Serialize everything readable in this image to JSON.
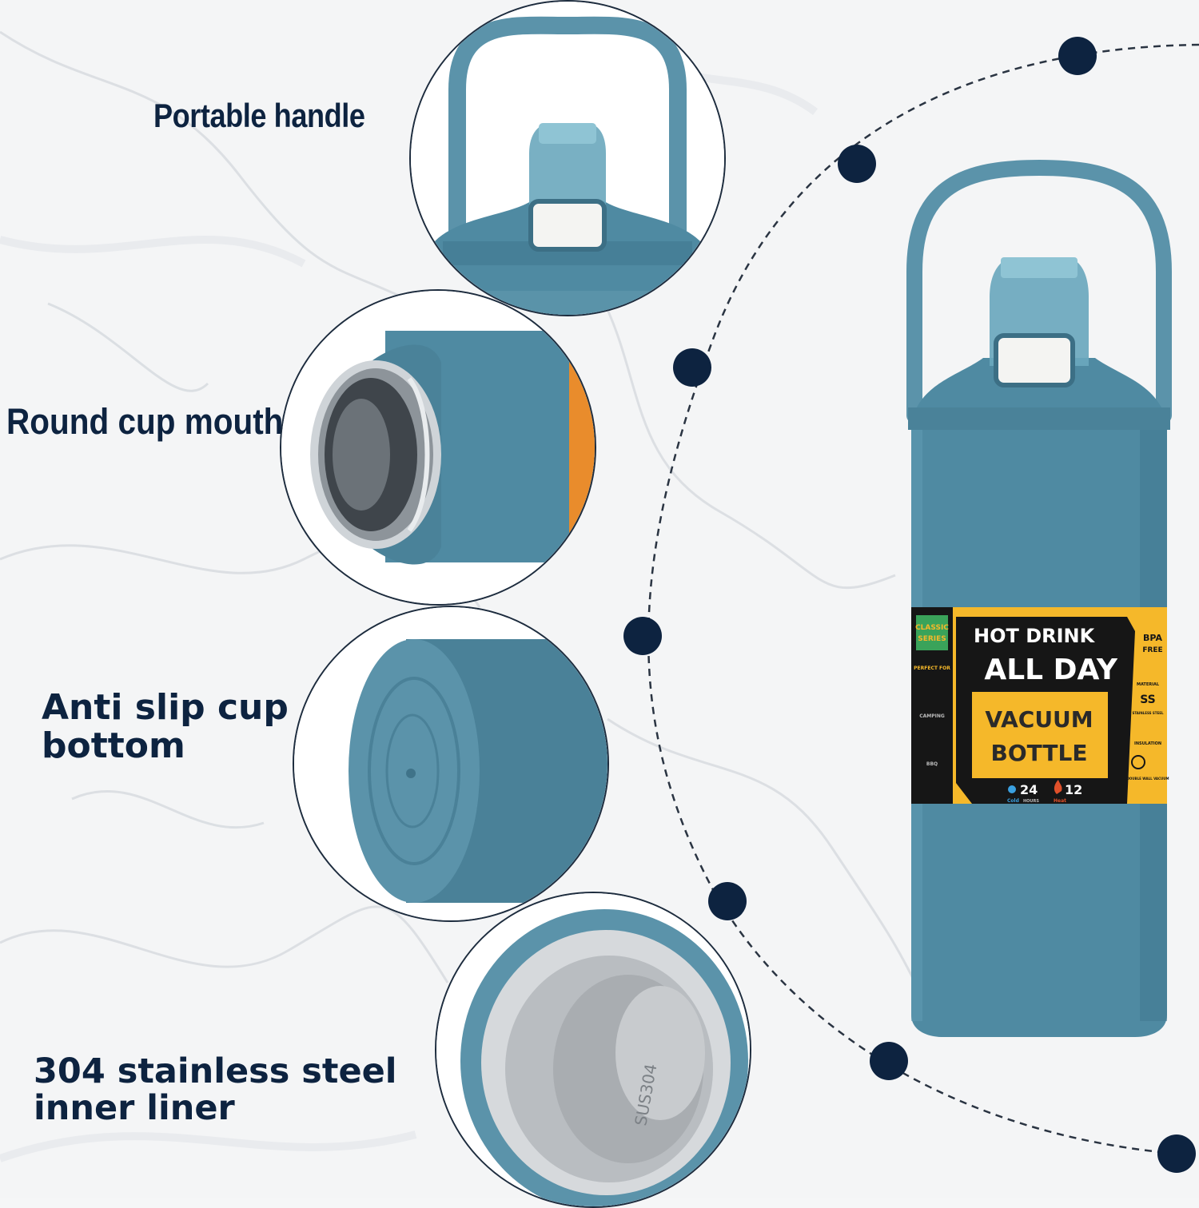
{
  "features": {
    "handle": "Portable handle",
    "mouth": "Round cup mouth",
    "bottom_line1": "Anti slip cup",
    "bottom_line2": "bottom",
    "liner_line1": "304 stainless steel",
    "liner_line2": "inner liner"
  },
  "bottle_label": {
    "series_line1": "CLASSIC",
    "series_line2": "SERIES",
    "hot_drink": "HOT DRINK",
    "all_day": "ALL DAY",
    "vacuum": "VACUUM",
    "bottle": "BOTTLE",
    "bpa_line1": "BPA",
    "bpa_line2": "FREE",
    "cold_hours": "24",
    "cold_word": "Cold",
    "hot_hours": "12",
    "hot_word": "Heat",
    "hours_word": "HOURS",
    "perfect_for": "PERFECT FOR",
    "camping": "CAMPING",
    "bbq": "BBQ",
    "material": "MATERIAL",
    "ss": "SS",
    "stainless": "STAINLESS STEEL",
    "insulation": "INSULATION",
    "double_wall": "DOUBLE WALL VACUUM"
  },
  "liner_stamp": "SUS304",
  "colors": {
    "navy": "#0d2340",
    "bottle_teal": "#4f8aa2",
    "label_yellow": "#f5b82a",
    "label_black": "#161616"
  }
}
